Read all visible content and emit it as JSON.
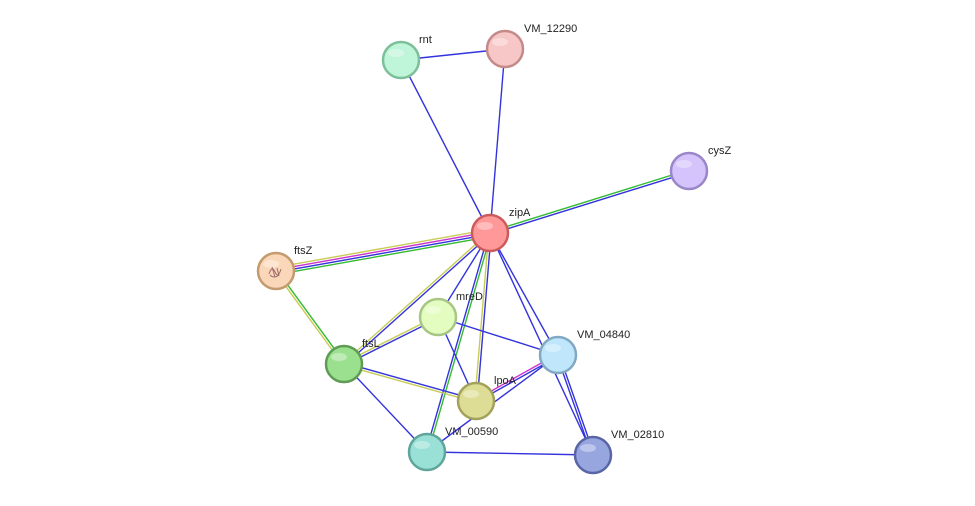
{
  "network": {
    "nodes": [
      {
        "id": "rnt",
        "label": "rnt",
        "color": "#bff5d9",
        "stroke": "#7dbf99"
      },
      {
        "id": "VM_12290",
        "label": "VM_12290",
        "color": "#f7c6c6",
        "stroke": "#c48a8a"
      },
      {
        "id": "cysZ",
        "label": "cysZ",
        "color": "#d4c4fb",
        "stroke": "#9a86c9"
      },
      {
        "id": "zipA",
        "label": "zipA",
        "color": "#ff9999",
        "stroke": "#cc5c5c"
      },
      {
        "id": "ftsZ",
        "label": "ftsZ",
        "color": "#fad7b8",
        "stroke": "#c49a6f"
      },
      {
        "id": "mreD",
        "label": "mreD",
        "color": "#e3fcbf",
        "stroke": "#a7c685"
      },
      {
        "id": "ftsL",
        "label": "ftsL",
        "color": "#9be08f",
        "stroke": "#5e9c53"
      },
      {
        "id": "VM_04840",
        "label": "VM_04840",
        "color": "#bfe6fa",
        "stroke": "#81a9c4"
      },
      {
        "id": "lpoA",
        "label": "lpoA",
        "color": "#dedd96",
        "stroke": "#a3a25d"
      },
      {
        "id": "VM_00590",
        "label": "VM_00590",
        "color": "#99e0d6",
        "stroke": "#5fa59b"
      },
      {
        "id": "VM_02810",
        "label": "VM_02810",
        "color": "#98a6e0",
        "stroke": "#5966a5"
      }
    ],
    "edges": [
      {
        "source": "rnt",
        "target": "VM_12290",
        "evidence": [
          "blue"
        ]
      },
      {
        "source": "rnt",
        "target": "zipA",
        "evidence": [
          "blue"
        ]
      },
      {
        "source": "VM_12290",
        "target": "zipA",
        "evidence": [
          "blue"
        ]
      },
      {
        "source": "zipA",
        "target": "cysZ",
        "evidence": [
          "green",
          "blue"
        ]
      },
      {
        "source": "zipA",
        "target": "ftsZ",
        "evidence": [
          "green",
          "blue",
          "magenta",
          "yellowgreen"
        ]
      },
      {
        "source": "zipA",
        "target": "mreD",
        "evidence": [
          "blue"
        ]
      },
      {
        "source": "zipA",
        "target": "ftsL",
        "evidence": [
          "blue",
          "yellowgreen"
        ]
      },
      {
        "source": "zipA",
        "target": "lpoA",
        "evidence": [
          "blue",
          "yellowgreen"
        ]
      },
      {
        "source": "zipA",
        "target": "VM_00590",
        "evidence": [
          "green",
          "blue"
        ]
      },
      {
        "source": "zipA",
        "target": "VM_04840",
        "evidence": [
          "blue"
        ]
      },
      {
        "source": "zipA",
        "target": "VM_02810",
        "evidence": [
          "blue"
        ]
      },
      {
        "source": "ftsZ",
        "target": "ftsL",
        "evidence": [
          "green",
          "yellowgreen"
        ]
      },
      {
        "source": "mreD",
        "target": "ftsL",
        "evidence": [
          "blue",
          "yellowgreen"
        ]
      },
      {
        "source": "mreD",
        "target": "VM_04840",
        "evidence": [
          "blue"
        ]
      },
      {
        "source": "mreD",
        "target": "lpoA",
        "evidence": [
          "blue"
        ]
      },
      {
        "source": "ftsL",
        "target": "lpoA",
        "evidence": [
          "blue",
          "yellowgreen"
        ]
      },
      {
        "source": "ftsL",
        "target": "VM_00590",
        "evidence": [
          "blue"
        ]
      },
      {
        "source": "VM_04840",
        "target": "lpoA",
        "evidence": [
          "blue",
          "magenta"
        ]
      },
      {
        "source": "VM_04840",
        "target": "VM_02810",
        "evidence": [
          "blue",
          "blue"
        ]
      },
      {
        "source": "VM_04840",
        "target": "VM_00590",
        "evidence": [
          "blue"
        ]
      },
      {
        "source": "VM_00590",
        "target": "VM_02810",
        "evidence": [
          "blue"
        ]
      }
    ],
    "evidence_colors": {
      "blue": "#3333dd",
      "green": "#33bb33",
      "magenta": "#cc33cc",
      "yellowgreen": "#c8cc55"
    }
  }
}
